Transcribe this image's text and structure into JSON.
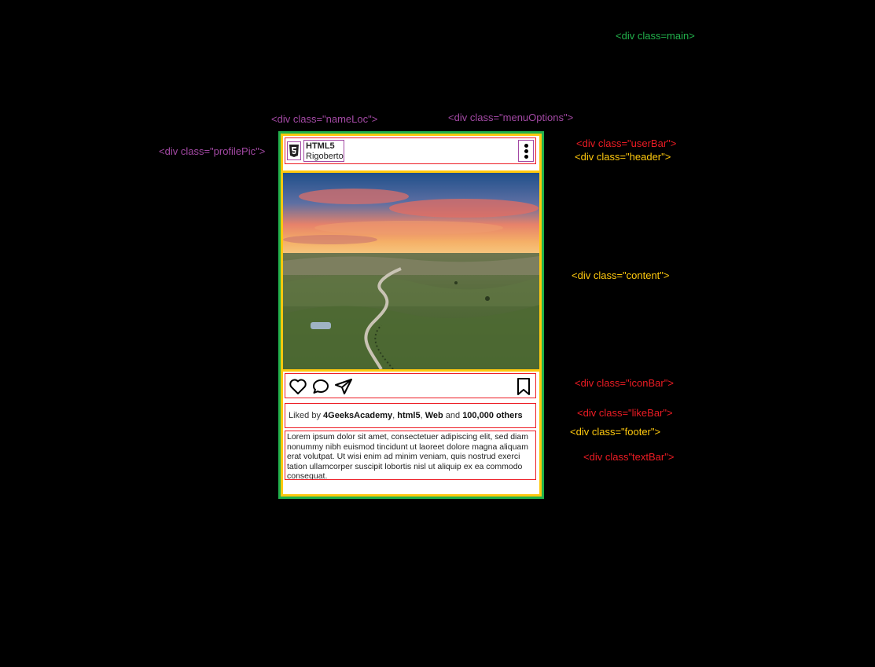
{
  "labels": {
    "main": "<div class=main>",
    "nameLoc": "<div class=\"nameLoc\">",
    "menuOptions": "<div class=\"menuOptions\">",
    "profilePic": "<div class=\"profilePic\">",
    "userBar": "<div class=\"userBar\">",
    "header": "<div class=\"header\">",
    "content": "<div class=\"content\">",
    "iconBar": "<div class=\"iconBar\">",
    "likeBar": "<div class=\"likeBar\">",
    "footer": "<div class=\"footer\">",
    "textBar": "<div class\"textBar\">"
  },
  "post": {
    "profile_icon": "html5-logo-icon",
    "username": "HTML5",
    "location": "Rigoberto",
    "image_icon": "landscape-photo",
    "likes": {
      "prefix": "Liked by ",
      "user1": "4GeeksAcademy",
      "sep1": ", ",
      "user2": "html5",
      "sep2": ", ",
      "user3": "Web",
      "and": " and ",
      "others": "100,000 others"
    },
    "caption": "Lorem ipsum dolor sit amet, consectetuer adipiscing elit, sed diam nonummy nibh euismod tincidunt ut laoreet dolore magna aliquam erat volutpat. Ut wisi enim ad minim veniam, quis nostrud exerci tation ullamcorper suscipit lobortis nisl ut aliquip ex ea commodo consequat."
  },
  "icons": [
    "heart-icon",
    "comment-icon",
    "share-icon",
    "bookmark-icon",
    "more-options-icon"
  ],
  "colors": {
    "main": "#22b14c",
    "nameLoc_menu_profile": "#a349a4",
    "bars": "#ed1c24",
    "header_content_footer": "#ffc90e"
  }
}
